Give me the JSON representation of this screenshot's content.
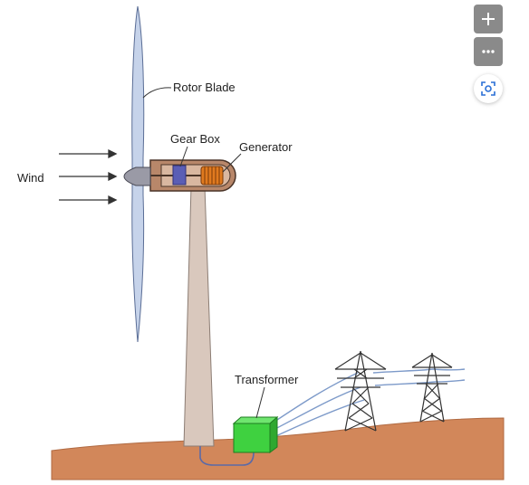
{
  "diagram": {
    "labels": {
      "rotor_blade": "Rotor Blade",
      "gear_box": "Gear Box",
      "generator": "Generator",
      "wind": "Wind",
      "transformer": "Transformer"
    },
    "colors": {
      "ground": "#d2875a",
      "tower": "#d9c8bd",
      "nacelle": "#b8876a",
      "blade": "#c6d3ea",
      "gear_box": "#5b5eb5",
      "generator": "#e07a1f",
      "transformer": "#3fd140",
      "wires": "#7d9ac9"
    }
  },
  "controls": {
    "plus_icon": "plus-icon",
    "more_icon": "more-icon",
    "lens_icon": "visual-search-icon"
  }
}
